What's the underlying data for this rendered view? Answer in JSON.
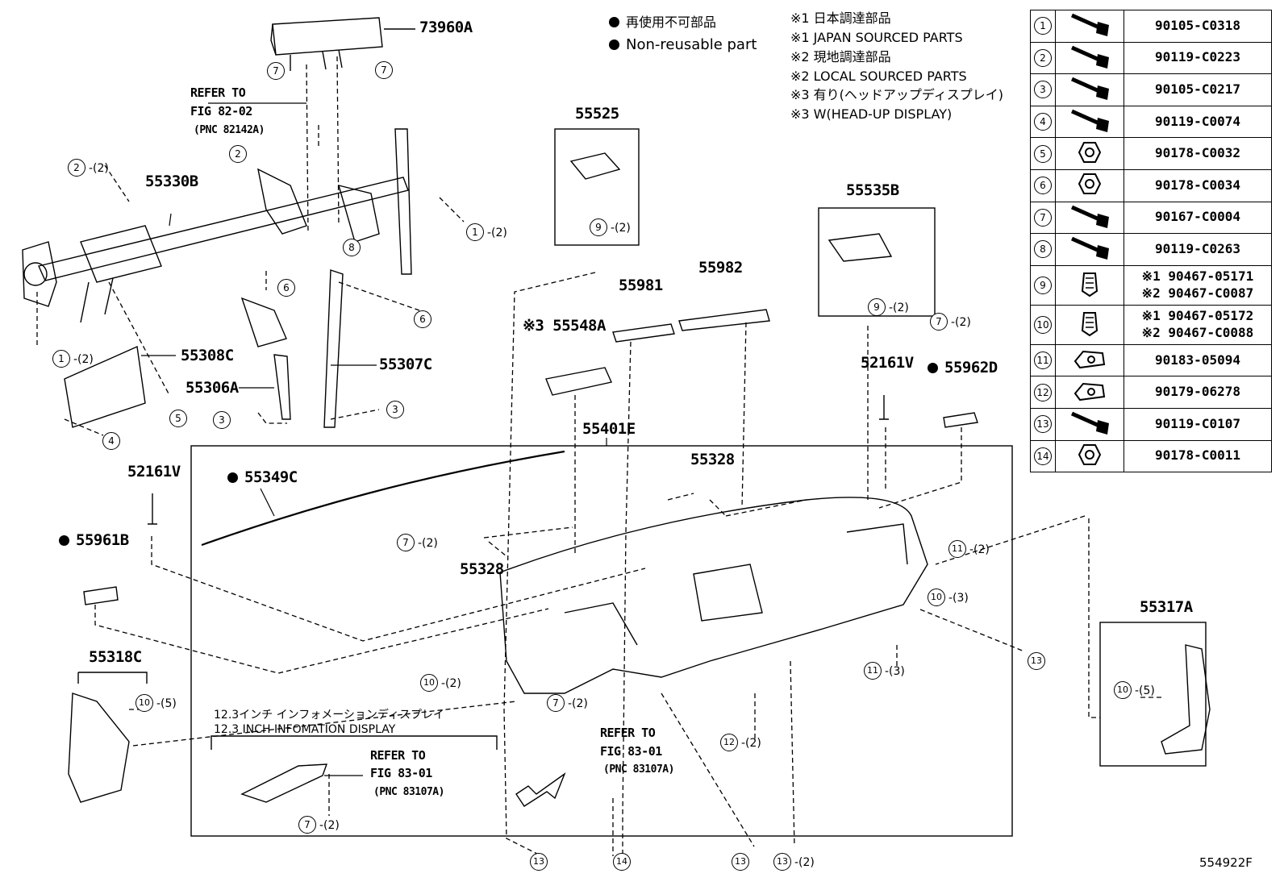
{
  "legend": {
    "jp_nonreusable": "再使用不可部品",
    "en_nonreusable": "Non-reusable part",
    "notes": [
      "※1 日本調達部品",
      "※1 JAPAN SOURCED PARTS",
      "※2 現地調達部品",
      "※2 LOCAL SOURCED PARTS",
      "※3 有り(ヘッドアップディスプレイ)",
      "※3 W(HEAD-UP DISPLAY)"
    ]
  },
  "parts_table": [
    {
      "num": "1",
      "icon": "bolt-icon",
      "part": "90105-C0318"
    },
    {
      "num": "2",
      "icon": "bolt-icon",
      "part": "90119-C0223"
    },
    {
      "num": "3",
      "icon": "bolt-icon",
      "part": "90105-C0217"
    },
    {
      "num": "4",
      "icon": "bolt-icon",
      "part": "90119-C0074"
    },
    {
      "num": "5",
      "icon": "nut-icon",
      "part": "90178-C0032"
    },
    {
      "num": "6",
      "icon": "nut-icon",
      "part": "90178-C0034"
    },
    {
      "num": "7",
      "icon": "bolt-icon",
      "part": "90167-C0004"
    },
    {
      "num": "8",
      "icon": "bolt-icon",
      "part": "90119-C0263"
    },
    {
      "num": "9",
      "icon": "clip-icon",
      "part": "※1 90467-05171",
      "part2": "※2 90467-C0087"
    },
    {
      "num": "10",
      "icon": "clip-icon",
      "part": "※1 90467-05172",
      "part2": "※2 90467-C0088"
    },
    {
      "num": "11",
      "icon": "nut-clip-icon",
      "part": "90183-05094"
    },
    {
      "num": "12",
      "icon": "nut-clip-icon",
      "part": "90179-06278"
    },
    {
      "num": "13",
      "icon": "bolt-icon",
      "part": "90119-C0107"
    },
    {
      "num": "14",
      "icon": "nut-icon",
      "part": "90178-C0011"
    }
  ],
  "labels": {
    "p73960A": "73960A",
    "refer1": "REFER TO",
    "fig1": "FIG 82-02",
    "pnc1": "(PNC 82142A)",
    "p55330B": "55330B",
    "p55308C": "55308C",
    "p55306A": "55306A",
    "p55307C": "55307C",
    "p55525": "55525",
    "p55981": "55981",
    "p55982": "55982",
    "p55548A": "※3 55548A",
    "p55535B": "55535B",
    "p52161V_r": "52161V",
    "p55962D": "55962D",
    "p55401E": "55401E",
    "p52161V_l": "52161V",
    "p55349C": "55349C",
    "p55328_a": "55328",
    "p55328_b": "55328",
    "p55961B": "55961B",
    "p55318C": "55318C",
    "p55317A": "55317A",
    "disp_jp": "12.3インチ インフォメーションディスプレイ",
    "disp_en": "12.3 INCH INFOMATION DISPLAY",
    "refer2": "REFER TO",
    "fig2": "FIG 83-01",
    "pnc2": "(PNC 83107A)",
    "refer3": "REFER TO",
    "fig3": "FIG 83-01",
    "pnc3": "(PNC 83107A)",
    "figure_id": "554922F"
  },
  "callouts": [
    {
      "n": "7",
      "q": ""
    },
    {
      "n": "7",
      "q": ""
    },
    {
      "n": "2",
      "q": "-(2)"
    },
    {
      "n": "2",
      "q": ""
    },
    {
      "n": "1",
      "q": "-(2)"
    },
    {
      "n": "8",
      "q": ""
    },
    {
      "n": "6",
      "q": ""
    },
    {
      "n": "6",
      "q": ""
    },
    {
      "n": "1",
      "q": "-(2)"
    },
    {
      "n": "5",
      "q": ""
    },
    {
      "n": "4",
      "q": ""
    },
    {
      "n": "3",
      "q": ""
    },
    {
      "n": "3",
      "q": ""
    },
    {
      "n": "9",
      "q": "-(2)"
    },
    {
      "n": "9",
      "q": "-(2)"
    },
    {
      "n": "7",
      "q": "-(2)"
    },
    {
      "n": "7",
      "q": "-(2)"
    },
    {
      "n": "11",
      "q": "-(2)"
    },
    {
      "n": "10",
      "q": "-(3)"
    },
    {
      "n": "13",
      "q": ""
    },
    {
      "n": "11",
      "q": "-(3)"
    },
    {
      "n": "10",
      "q": "-(2)"
    },
    {
      "n": "7",
      "q": "-(2)"
    },
    {
      "n": "12",
      "q": "-(2)"
    },
    {
      "n": "10",
      "q": "-(5)"
    },
    {
      "n": "10",
      "q": "-(5)"
    },
    {
      "n": "7",
      "q": "-(2)"
    },
    {
      "n": "13",
      "q": ""
    },
    {
      "n": "14",
      "q": ""
    },
    {
      "n": "13",
      "q": ""
    },
    {
      "n": "13",
      "q": "-(2)"
    }
  ]
}
